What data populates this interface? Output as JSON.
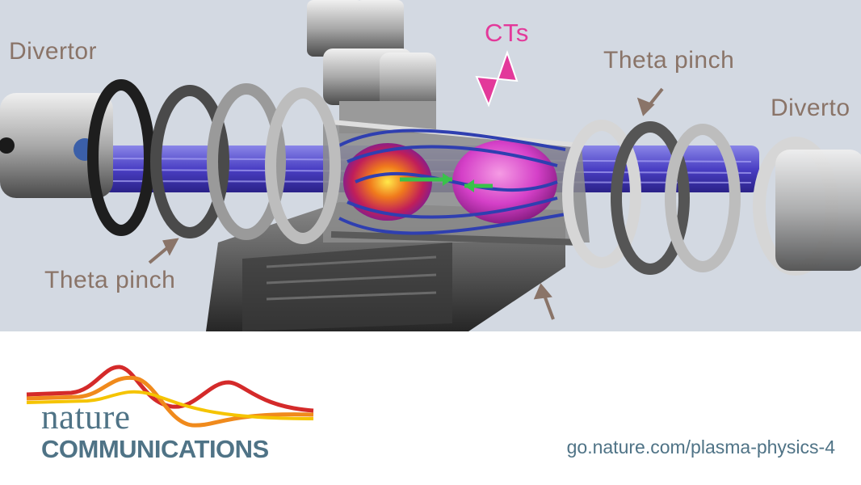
{
  "figure": {
    "labels": {
      "divertor_left": "Divertor",
      "divertor_right": "Diverto",
      "cts": "CTs",
      "theta_pinch_top": "Theta pinch",
      "theta_pinch_bottom": "Theta pinch"
    },
    "colors": {
      "background": "#d3d9e2",
      "label": "#8a7468",
      "ct_label": "#e3399a",
      "plasma_column": "#5a4fd0",
      "field_lines": "#2f3fb0",
      "ct_blob": "#d540c8"
    }
  },
  "footer": {
    "logo_word_nature": "nature",
    "logo_word_communications": "COMMUNICATIONS",
    "url": "go.nature.com/plasma-physics-4",
    "logo_colors": {
      "red": "#d42a2a",
      "orange": "#f08a1c",
      "yellow": "#f5c400",
      "text": "#4f7386"
    }
  }
}
